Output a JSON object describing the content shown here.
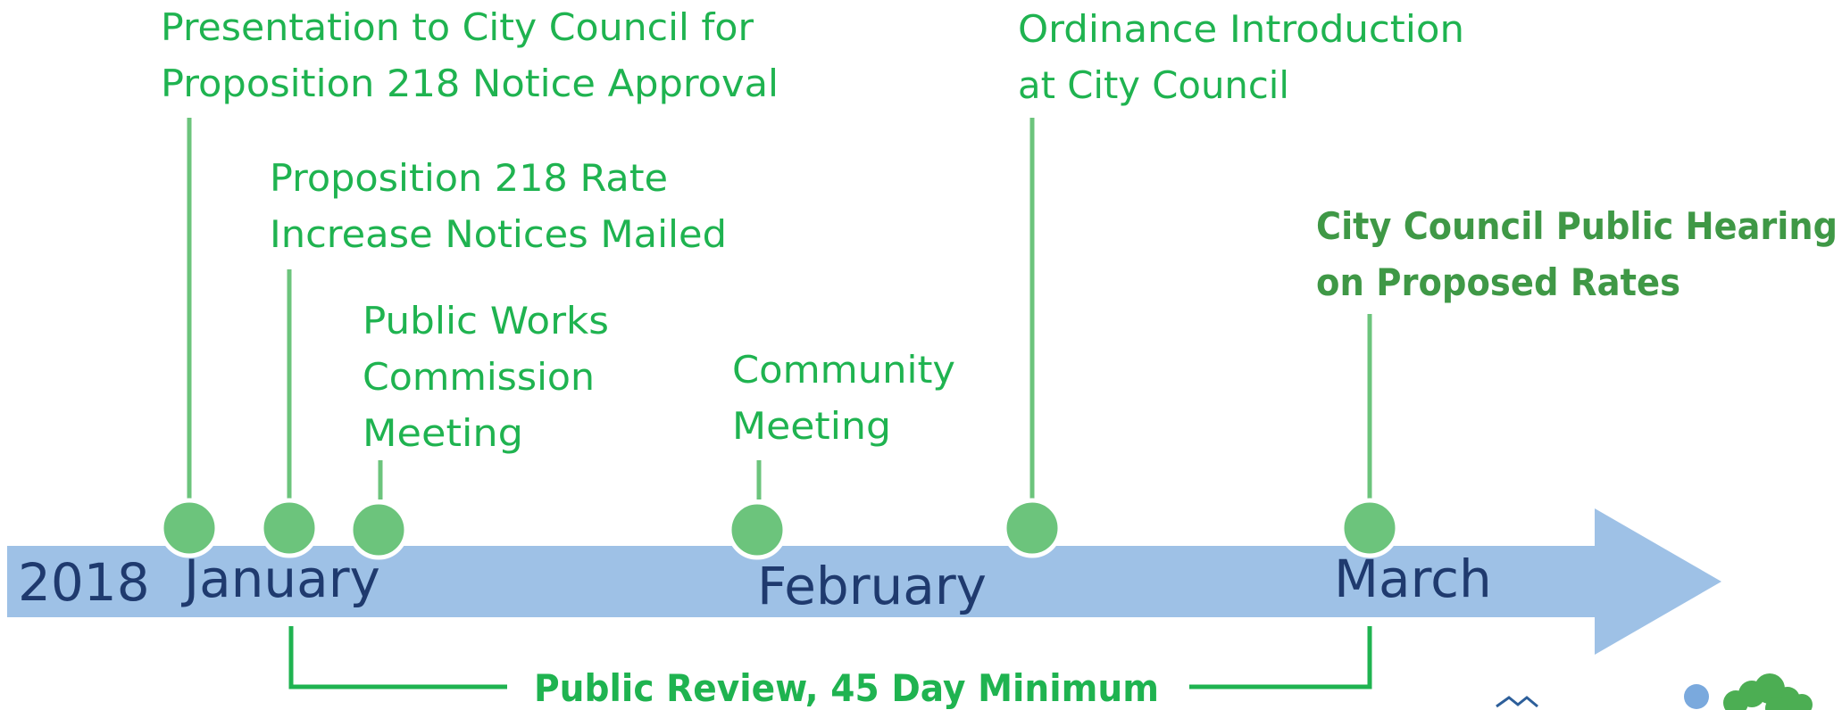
{
  "colors": {
    "arrow": "#9ec1e6",
    "marker": "#6cc47c",
    "event_text": "#1fb350",
    "hearing_text": "#3f9846",
    "month_text": "#1f3a6e",
    "bracket": "#1fb350"
  },
  "timeline": {
    "year": "2018",
    "months": {
      "january": "January",
      "february": "February",
      "march": "March"
    }
  },
  "events": {
    "council_presentation": {
      "line1": "Presentation to City Council for",
      "line2": "Proposition 218 Notice Approval"
    },
    "notices_mailed": {
      "line1": "Proposition 218 Rate",
      "line2": "Increase Notices Mailed"
    },
    "public_works": {
      "line1": "Public Works",
      "line2": "Commission",
      "line3": "Meeting"
    },
    "community_meeting": {
      "line1": "Community",
      "line2": "Meeting"
    },
    "ordinance_intro": {
      "line1": "Ordinance Introduction",
      "line2": "at City Council"
    },
    "public_hearing": {
      "line1": "City Council Public Hearing",
      "line2": "on Proposed Rates"
    }
  },
  "review_period": {
    "label": "Public Review, 45 Day Minimum"
  }
}
